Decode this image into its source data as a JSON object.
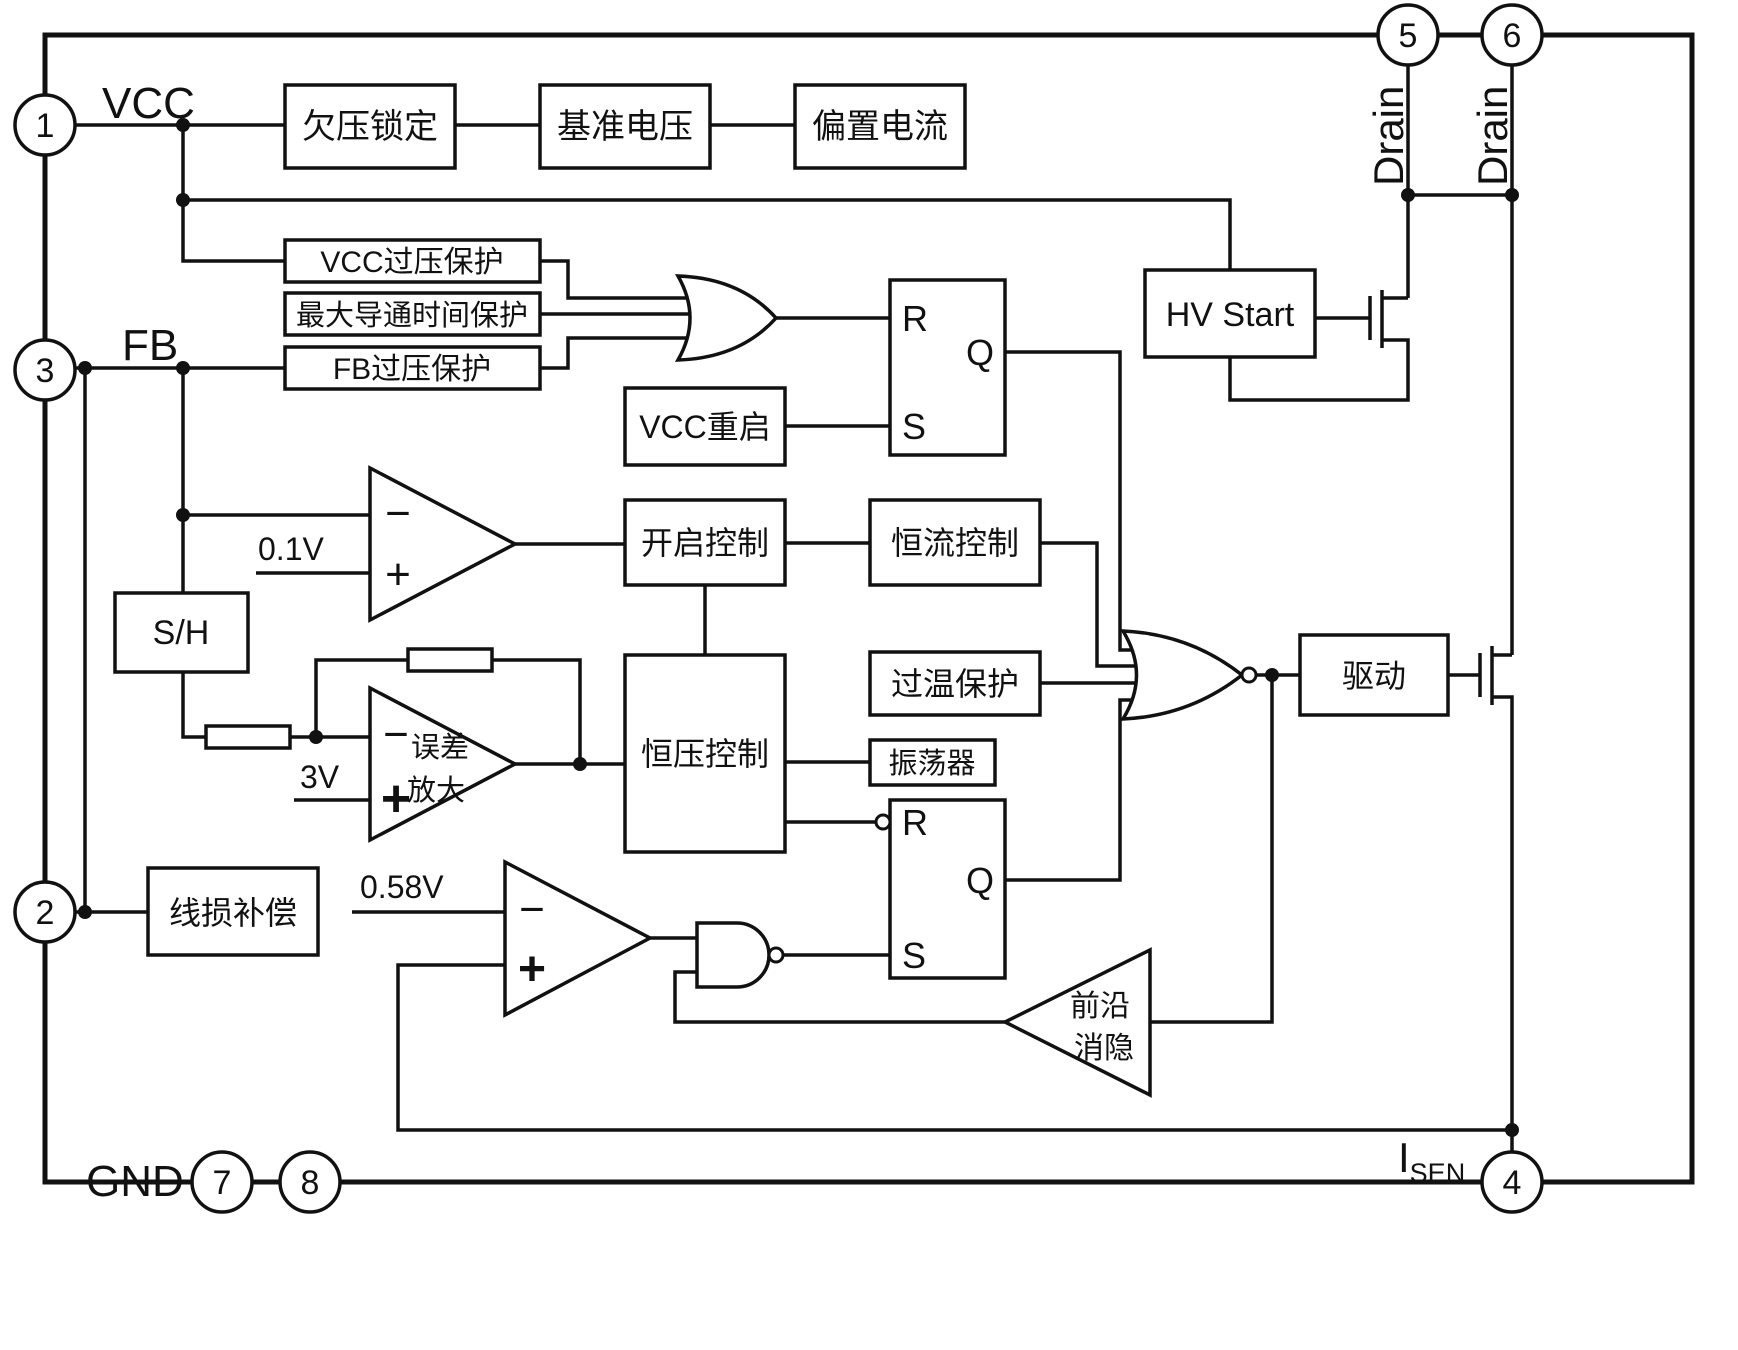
{
  "pins": {
    "p1": "1",
    "p2": "2",
    "p3": "3",
    "p4": "4",
    "p5": "5",
    "p6": "6",
    "p7": "7",
    "p8": "8"
  },
  "labels": {
    "vcc": "VCC",
    "fb": "FB",
    "gnd": "GND",
    "drain5": "Drain",
    "drain6": "Drain",
    "isen_main": "I",
    "isen_sub": "SEN"
  },
  "blocks": {
    "uvlo": "欠压锁定",
    "vref": "基准电压",
    "bias": "偏置电流",
    "vcc_ovp": "VCC过压保护",
    "max_on_time": "最大导通时间保护",
    "fb_ovp": "FB过压保护",
    "vcc_restart": "VCC重启",
    "hv_start": "HV Start",
    "on_control": "开启控制",
    "cc_control": "恒流控制",
    "sample_hold": "S/H",
    "otp": "过温保护",
    "cv_control": "恒压控制",
    "oscillator": "振荡器",
    "driver": "驱动",
    "line_comp": "线损补偿"
  },
  "amps": {
    "error_amp_l1": "误差",
    "error_amp_l2": "放大",
    "leb_l1": "前沿",
    "leb_l2": "消隐"
  },
  "refs": {
    "comp1": "0.1V",
    "erramp": "3V",
    "comp3": "0.58V"
  },
  "ff": {
    "r": "R",
    "q": "Q",
    "s": "S"
  },
  "signs": {
    "plus": "+",
    "minus": "−"
  }
}
